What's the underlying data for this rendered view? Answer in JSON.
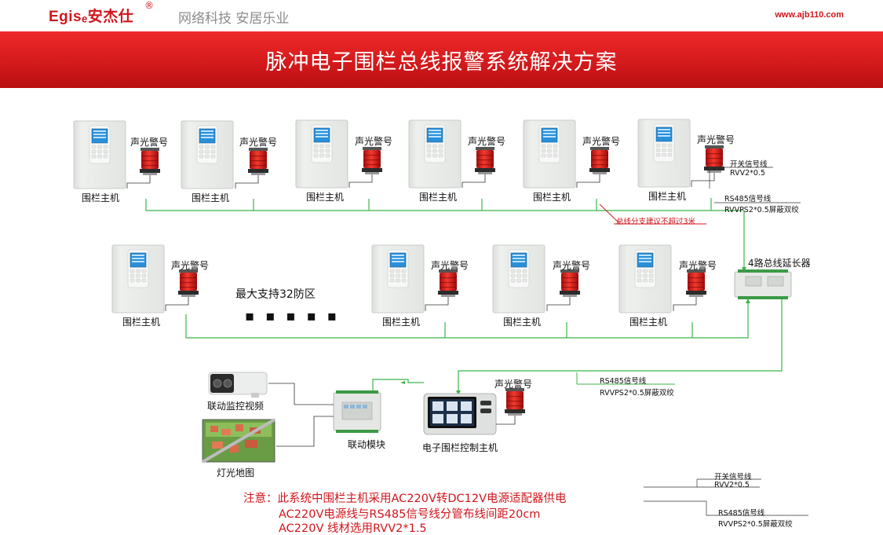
{
  "header": {
    "logo": "Egisₑ安杰仕",
    "reg": "®",
    "slogan": "网络科技  安居乐业",
    "website": "www.ajb110.com"
  },
  "banner": {
    "title": "脉冲电子围栏总线报警系统解决方案"
  },
  "labels": {
    "host": "围栏主机",
    "alarm": "声光警号",
    "max_zones": "最大支持32防区",
    "extender": "4路总线延长器",
    "camera": "联动监控视频",
    "map": "灯光地图",
    "module": "联动模块",
    "controller": "电子围栏控制主机",
    "branch_note": "总线分支建议不超过3米",
    "switch_signal": "开关信号线",
    "rvv": "RVV2*0.5",
    "rs485": "RS485信号线",
    "rvvps": "RVVPS2*0.5屏蔽双绞",
    "ellipsis": "▪▪▪▪▪"
  },
  "notes": {
    "line1": "注意：此系统中围栏主机采用AC220V转DC12V电源适配器供电",
    "line2": "AC220V电源线与RS485信号线分管布线间距20cm",
    "line3": "AC220V 线材选用RVV2*1.5"
  },
  "colors": {
    "brand_red": "#d0161c",
    "bus_green": "#3cb54a",
    "banner_red": "#d41a1c"
  }
}
